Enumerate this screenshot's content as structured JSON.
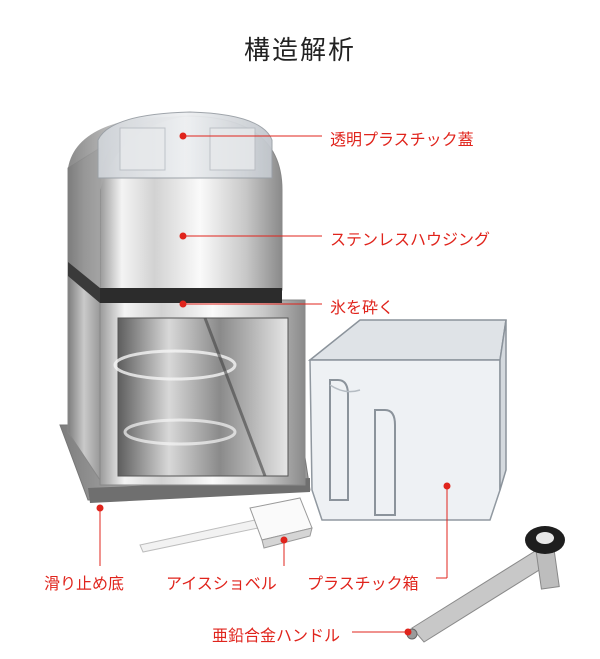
{
  "title": "構造解析",
  "colors": {
    "accent": "#e0241c",
    "text": "#222222"
  },
  "labels": {
    "lid": "透明プラスチック蓋",
    "housing": "ステンレスハウジング",
    "crush": "氷を砕く",
    "feet": "滑り止め底",
    "scoop": "アイスショベル",
    "box": "プラスチック箱",
    "handle": "亜鉛合金ハンドル"
  }
}
